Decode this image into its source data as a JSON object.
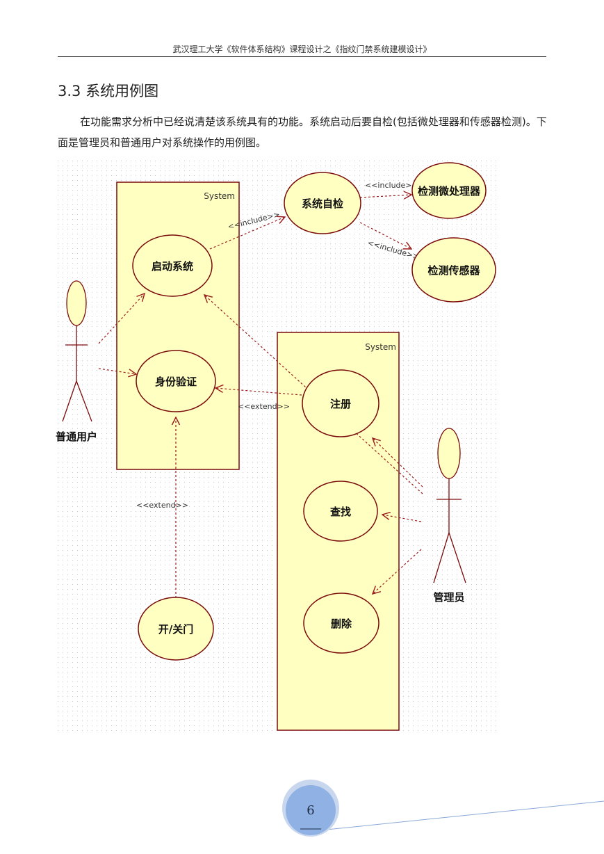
{
  "header": {
    "text": "武汉理工大学《软件体系结构》课程设计之《指纹门禁系统建模设计》"
  },
  "section": {
    "title": "3.3 系统用例图",
    "paragraph": "在功能需求分析中已经说清楚该系统具有的功能。系统启动后要自检(包括微处理器和传感器检测)。下面是管理员和普通用户对系统操作的用例图。"
  },
  "diagram": {
    "boundaries": [
      {
        "id": "left",
        "label": "System"
      },
      {
        "id": "right",
        "label": "System"
      }
    ],
    "actors": [
      {
        "id": "user",
        "label": "普通用户"
      },
      {
        "id": "admin",
        "label": "管理员"
      }
    ],
    "use_cases": [
      {
        "id": "start",
        "label": "启动系统"
      },
      {
        "id": "auth",
        "label": "身份验证"
      },
      {
        "id": "selfcheck",
        "label": "系统自检"
      },
      {
        "id": "cpu",
        "label": "检测微处理器"
      },
      {
        "id": "sensor",
        "label": "检测传感器"
      },
      {
        "id": "register",
        "label": "注册"
      },
      {
        "id": "search",
        "label": "查找"
      },
      {
        "id": "delete",
        "label": "删除"
      },
      {
        "id": "door",
        "label": "开/关门"
      }
    ],
    "relations": [
      {
        "from": "start",
        "to": "selfcheck",
        "label": "<<include>>"
      },
      {
        "from": "selfcheck",
        "to": "cpu",
        "label": "<<include>>"
      },
      {
        "from": "selfcheck",
        "to": "sensor",
        "label": "<<include>>"
      },
      {
        "from": "register",
        "to": "auth",
        "label": "<<extend>>"
      },
      {
        "from": "door",
        "to": "auth",
        "label": "<<extend>>"
      }
    ],
    "colors": {
      "fill": "#ffffc2",
      "stroke": "#7a0a0a",
      "line": "#9b1c1c"
    }
  },
  "footer": {
    "page_number": "6"
  }
}
